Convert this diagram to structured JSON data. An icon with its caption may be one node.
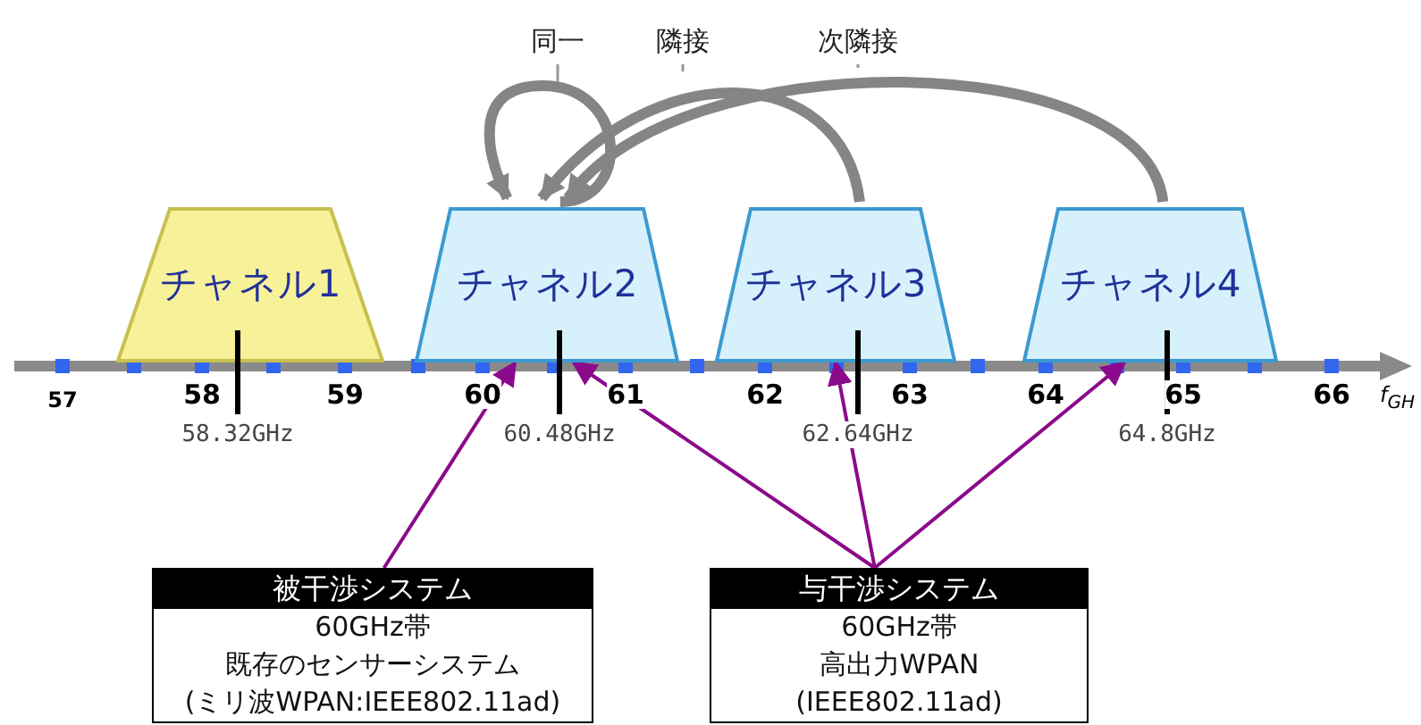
{
  "diagram": {
    "nodes": [
      {
        "text": [
          "チャネル1"
        ],
        "beside": [
          "58.32GHz"
        ]
      },
      {
        "text": [
          "チャネル2"
        ],
        "beside": [
          "60.48GHz"
        ]
      },
      {
        "text": [
          "チャネル3"
        ],
        "beside": [
          "62.64GHz"
        ]
      },
      {
        "text": [
          "チャネル4"
        ],
        "beside": [
          "64.8GHz"
        ]
      },
      {
        "text": [
          "被干渉システム",
          "60GHz帯",
          "既存のセンサーシステム",
          "(ミリ波WPAN:IEEE802.11ad)"
        ]
      },
      {
        "text": [
          "与干渉システム",
          "60GHz帯",
          "高出力WPAN",
          "(IEEE802.11ad)"
        ]
      }
    ],
    "edges": [
      {
        "from": 1,
        "to": 1,
        "arrow": "to",
        "label": "同一",
        "style": "thick",
        "color": "#858585"
      },
      {
        "from": 2,
        "to": 1,
        "arrow": "to",
        "label": "隣接",
        "style": "thick",
        "color": "#858585"
      },
      {
        "from": 3,
        "to": 1,
        "arrow": "to",
        "label": "次隣接",
        "style": "thick",
        "color": "#858585"
      },
      {
        "from": 4,
        "to": 1,
        "arrow": "to"
      },
      {
        "from": 5,
        "to": 1,
        "arrow": "to"
      },
      {
        "from": 5,
        "to": 2,
        "arrow": "to"
      },
      {
        "from": 5,
        "to": 3,
        "arrow": "to"
      }
    ],
    "labels": [
      "57",
      "58",
      "59",
      "60",
      "61",
      "62",
      "63",
      "64",
      "65",
      "66",
      "f$_{GH}$"
    ]
  }
}
